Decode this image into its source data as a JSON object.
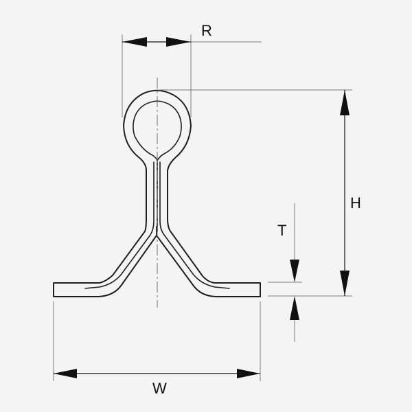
{
  "diagram": {
    "labels": {
      "radius": "R",
      "height": "H",
      "thickness": "T",
      "width": "W"
    }
  }
}
